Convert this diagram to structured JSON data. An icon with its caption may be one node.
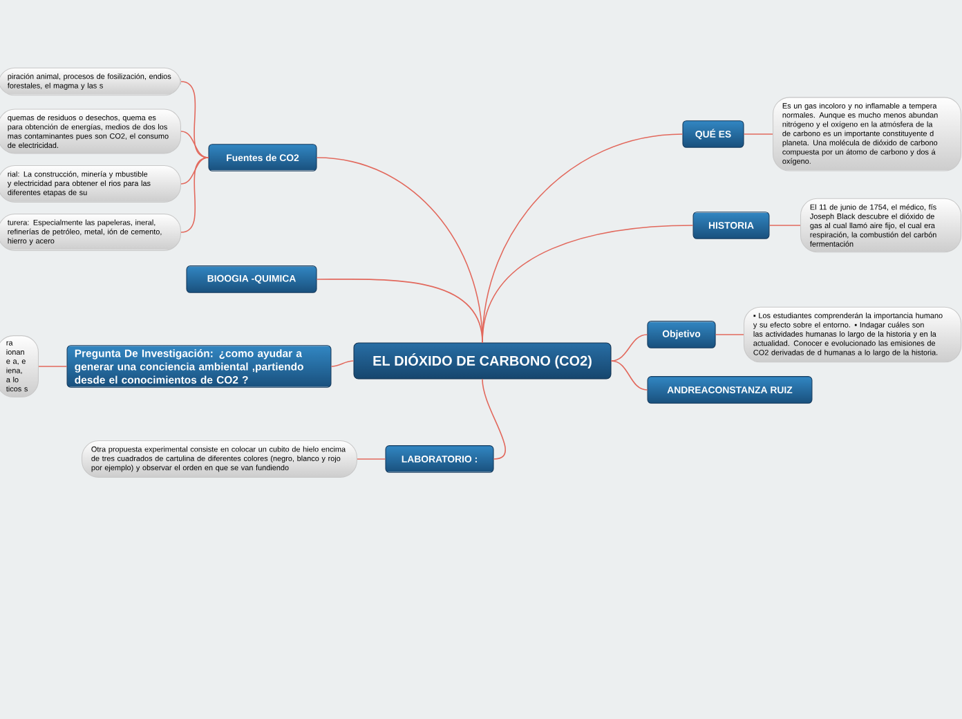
{
  "diagram": {
    "nodes": [
      {
        "text": [
          "EL DIÓXIDO DE CARBONO (CO2)"
        ]
      },
      {
        "text": [
          "Fuentes de CO2"
        ]
      },
      {
        "text": [
          "piración animal, procesos de fosilización, endios forestales, el magma y las s"
        ]
      },
      {
        "text": [
          "quemas de residuos o desechos, quema es para obtención de energías, medios de dos los mas contaminantes pues son CO2,  el consumo de electricidad."
        ]
      },
      {
        "text": [
          "rial: La construcción, minería y mbustible y electricidad para obtener el rios para las diferentes etapas de su"
        ]
      },
      {
        "text": [
          "turera: Especialmente las papeleras, ineral, refinerías de petróleo, metal, ión de cemento, hierro y acero"
        ]
      },
      {
        "text": [
          "BIOOGIA -QUIMICA"
        ]
      },
      {
        "text": [
          "Pregunta De Investigación: ¿como ayudar  a generar una conciencia   ambiental ,partiendo desde el conocimientos de CO2  ?"
        ]
      },
      {
        "text": [
          "ra ionan e a, e iena, a lo ticos s"
        ]
      },
      {
        "text": [
          "LABORATORIO :"
        ]
      },
      {
        "text": [
          "Otra propuesta experimental consiste en colocar un cubito de hielo encima de tres cuadrados de cartulina de diferentes colores (negro, blanco y rojo por ejemplo) y observar el orden en que se van fundiendo"
        ]
      },
      {
        "text": [
          "QUÉ ES"
        ]
      },
      {
        "text": [
          "Es un gas incoloro y no inflamable a tempera normales. Aunque es mucho menos abundan nitrógeno y el oxígeno en la atmósfera de la de carbono es un importante constituyente d planeta. Una molécula de dióxido de carbono compuesta por un átomo de carbono y dos á oxígeno."
        ]
      },
      {
        "text": [
          "HISTORIA"
        ]
      },
      {
        "text": [
          "El 11 de junio de 1754, el médico, fís Joseph Black descubre el dióxido de gas al cual llamó aire fijo, el cual era respiración, la combustión del carbón fermentación"
        ]
      },
      {
        "text": [
          "Objetivo"
        ]
      },
      {
        "text": [
          "▪ Los estudiantes comprenderán la importancia humano y su efecto sobre el entorno. ▪ Indagar cuáles son las actividades humanas lo largo de la historia y en la actualidad. Conocer e evolucionado las emisiones de CO2 derivadas de d humanas a lo largo de la historia."
        ]
      },
      {
        "text": [
          "ANDREACONSTANZA RUIZ"
        ]
      }
    ],
    "edges": [
      {
        "from": 0,
        "to": 1,
        "arrow": "none"
      },
      {
        "from": 1,
        "to": 2,
        "arrow": "none"
      },
      {
        "from": 1,
        "to": 3,
        "arrow": "none"
      },
      {
        "from": 1,
        "to": 4,
        "arrow": "none"
      },
      {
        "from": 1,
        "to": 5,
        "arrow": "none"
      },
      {
        "from": 0,
        "to": 6,
        "arrow": "none"
      },
      {
        "from": 0,
        "to": 7,
        "arrow": "none"
      },
      {
        "from": 7,
        "to": 8,
        "arrow": "none"
      },
      {
        "from": 0,
        "to": 9,
        "arrow": "none"
      },
      {
        "from": 9,
        "to": 10,
        "arrow": "none"
      },
      {
        "from": 0,
        "to": 11,
        "arrow": "none"
      },
      {
        "from": 11,
        "to": 12,
        "arrow": "none"
      },
      {
        "from": 0,
        "to": 13,
        "arrow": "none"
      },
      {
        "from": 13,
        "to": 14,
        "arrow": "none"
      },
      {
        "from": 0,
        "to": 15,
        "arrow": "none"
      },
      {
        "from": 15,
        "to": 16,
        "arrow": "none"
      },
      {
        "from": 0,
        "to": 17,
        "arrow": "none"
      }
    ]
  }
}
